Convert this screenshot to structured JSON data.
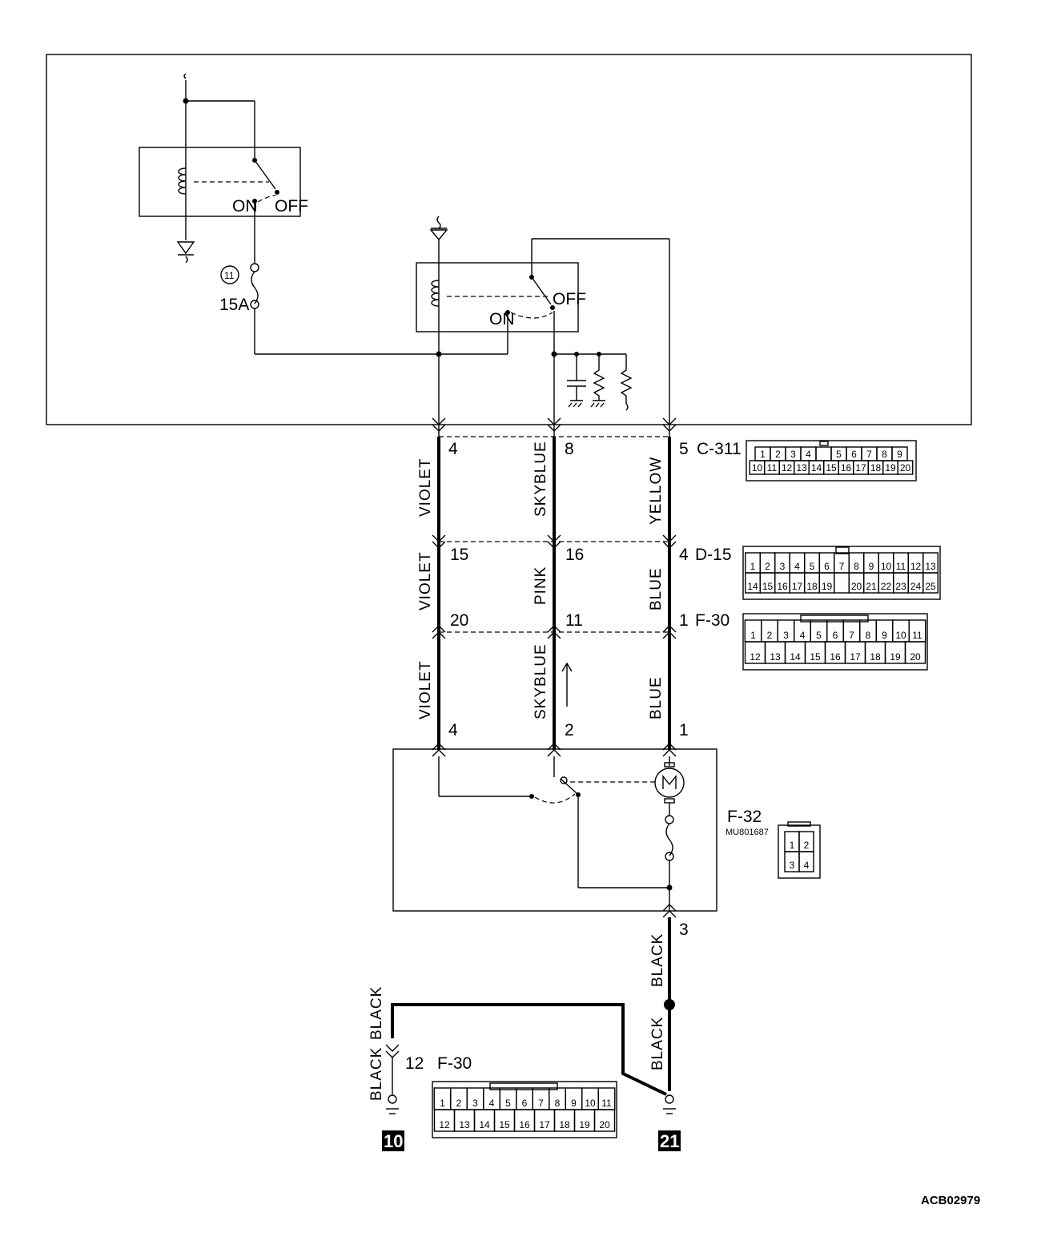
{
  "relay_switch": {
    "on": "ON",
    "off": "OFF"
  },
  "fuse": {
    "number": "11",
    "rating": "15A"
  },
  "connectors": {
    "c311": {
      "id": "C-311",
      "pins_row1": [
        "1",
        "2",
        "3",
        "4",
        "",
        "5",
        "6",
        "7",
        "8",
        "9"
      ],
      "pins_row2": [
        "10",
        "11",
        "12",
        "13",
        "14",
        "15",
        "16",
        "17",
        "18",
        "19",
        "20"
      ]
    },
    "d15": {
      "id": "D-15",
      "pins_row1": [
        "1",
        "2",
        "3",
        "4",
        "5",
        "6",
        "7",
        "8",
        "9",
        "10",
        "11",
        "12",
        "13"
      ],
      "pins_row2": [
        "14",
        "15",
        "16",
        "17",
        "18",
        "19",
        "",
        "20",
        "21",
        "22",
        "23",
        "24",
        "25"
      ]
    },
    "f30": {
      "id": "F-30",
      "pins_row1": [
        "1",
        "2",
        "3",
        "4",
        "5",
        "6",
        "7",
        "8",
        "9",
        "10",
        "11"
      ],
      "pins_row2": [
        "12",
        "13",
        "14",
        "15",
        "16",
        "17",
        "18",
        "19",
        "20"
      ]
    },
    "f32": {
      "id": "F-32",
      "part": "MU801687",
      "pins": [
        "1",
        "2",
        "3",
        "4"
      ]
    }
  },
  "pin_numbers": {
    "c311": [
      "4",
      "8",
      "5"
    ],
    "d15": [
      "15",
      "16",
      "4"
    ],
    "f30_top": [
      "20",
      "11",
      "1"
    ],
    "f32": [
      "4",
      "2",
      "1",
      "3"
    ],
    "f30_ground": "12"
  },
  "wire_colors": {
    "seg1": [
      "VIOLET",
      "SKYBLUE",
      "YELLOW"
    ],
    "seg2": [
      "VIOLET",
      "PINK",
      "BLUE"
    ],
    "seg3": [
      "VIOLET",
      "SKYBLUE",
      "BLUE"
    ],
    "ground_main": [
      "BLACK",
      "BLACK"
    ],
    "ground_left": [
      "BLACK",
      "BLACK",
      "BLACK"
    ]
  },
  "ground_points": [
    "10",
    "21"
  ],
  "figure_code": "ACB02979"
}
